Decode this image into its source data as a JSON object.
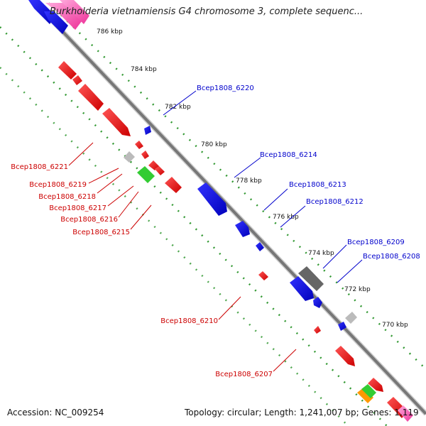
{
  "header": {
    "title": "Burkholderia vietnamiensis G4 chromosome 3, complete sequenc..."
  },
  "footer": {
    "accession_text": "Accession: NC_009254",
    "summary_text": "Topology: circular; Length: 1,241,007 bp; Genes: 1,119"
  },
  "scale_ticks": [
    {
      "label": "786 kbp"
    },
    {
      "label": "784 kbp"
    },
    {
      "label": "782 kbp"
    },
    {
      "label": "780 kbp"
    },
    {
      "label": "778 kbp"
    },
    {
      "label": "776 kbp"
    },
    {
      "label": "774 kbp"
    },
    {
      "label": "772 kbp"
    },
    {
      "label": "770 kbp"
    }
  ],
  "gene_labels": {
    "forward_strand": [
      "Bcep1808_6220",
      "Bcep1808_6214",
      "Bcep1808_6213",
      "Bcep1808_6212",
      "Bcep1808_6209",
      "Bcep1808_6208"
    ],
    "reverse_strand": [
      "Bcep1808_6221",
      "Bcep1808_6219",
      "Bcep1808_6218",
      "Bcep1808_6217",
      "Bcep1808_6216",
      "Bcep1808_6215",
      "Bcep1808_6210",
      "Bcep1808_6207"
    ]
  },
  "colors": {
    "forward_gene": "#0000ee",
    "reverse_gene": "#ee0000",
    "rna_gene": "#33cc33",
    "other_gene": "#aaaaaa",
    "pseudo_gene": "#666666",
    "pink_gene": "#ff66cc",
    "orange_gene": "#ff9900",
    "backbone": "#777777",
    "scale_dots": "#339933",
    "forward_label": "#0000cc",
    "reverse_label": "#cc0000",
    "tick_label": "#111111"
  }
}
